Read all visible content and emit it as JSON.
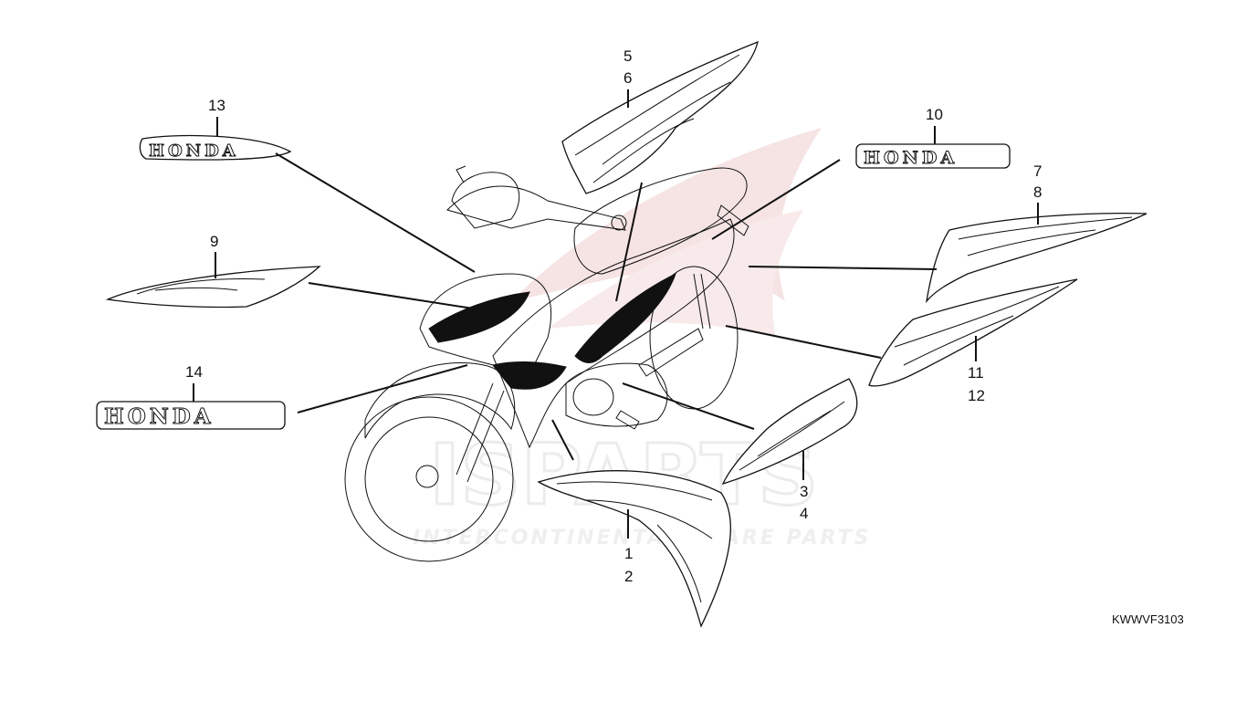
{
  "diagram": {
    "code": "KWWVF3103",
    "brand_text": "HONDA",
    "callouts": {
      "c1": "1",
      "c2": "2",
      "c3": "3",
      "c4": "4",
      "c5": "5",
      "c6": "6",
      "c7": "7",
      "c8": "8",
      "c9": "9",
      "c10": "10",
      "c11": "11",
      "c12": "12",
      "c13": "13",
      "c14": "14"
    },
    "watermark": {
      "main": "ISPARTS",
      "sub": "INTERCONTINENTAL SPARE PARTS",
      "color": "#e8c6c6"
    }
  }
}
